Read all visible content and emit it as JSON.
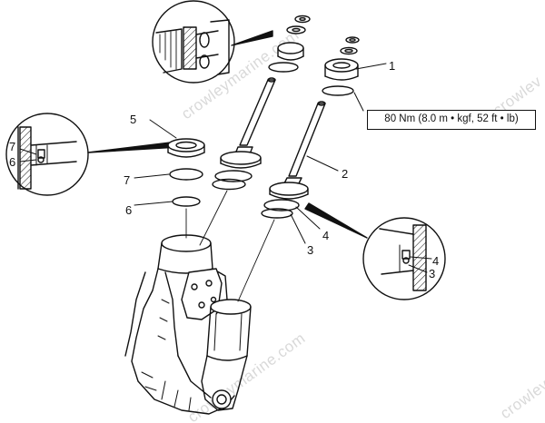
{
  "diagram": {
    "torque_spec": "80 Nm (8.0 m • kgf, 52 ft • lb)",
    "watermark": "crowleymarine.com",
    "watermark_partial": "crowlev",
    "callouts": {
      "c1": "1",
      "c2": "2",
      "c3": "3",
      "c4": "4",
      "c5": "5",
      "c6": "6",
      "c7": "7",
      "d3": "3",
      "d4": "4",
      "d6": "6",
      "d7": "7"
    },
    "colors": {
      "line": "#111111",
      "watermark": "#d9d9d9",
      "background": "#ffffff"
    }
  }
}
